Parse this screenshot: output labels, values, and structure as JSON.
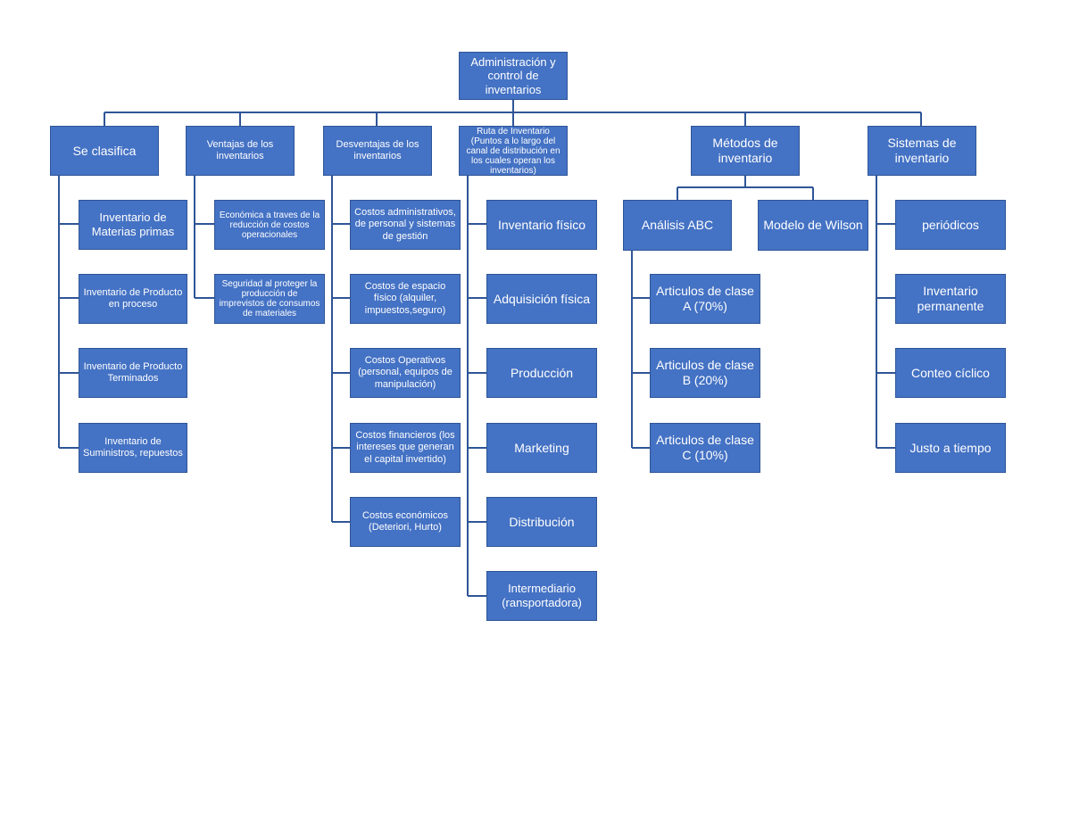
{
  "colors": {
    "box_fill": "#4472C4",
    "box_border": "#2F5597",
    "connector": "#2F5597"
  },
  "root": "Administración y control de inventarios",
  "branches": {
    "clasifica": {
      "title": "Se clasifica",
      "items": [
        "Inventario de Materias primas",
        "Inventario de Producto en proceso",
        "Inventario de Producto Terminados",
        "Inventario de Suministros, repuestos"
      ]
    },
    "ventajas": {
      "title": "Ventajas de los inventarios",
      "items": [
        "Económica a traves de la reducción de costos operacionales",
        "Seguridad al proteger la producción de imprevistos de consumos de materiales"
      ]
    },
    "desventajas": {
      "title": "Desventajas de los inventarios",
      "items": [
        "Costos administrativos, de personal y sistemas de gestión",
        "Costos de espacio físico (alquiler, impuestos,seguro)",
        "Costos Operativos (personal, equipos de manipulación)",
        "Costos financieros (los intereses que generan el capital invertido)",
        "Costos económicos (Deteriori, Hurto)"
      ]
    },
    "ruta": {
      "title": "Ruta de Inventario (Puntos a lo largo del canal de distribución en los cuales operan los inventarios)",
      "items": [
        "Inventario físico",
        "Adquisición física",
        "Producción",
        "Marketing",
        "Distribución",
        "Intermediario (ransportadora)"
      ]
    },
    "metodos": {
      "title": "Métodos de inventario",
      "abc": {
        "title": "Análisis ABC",
        "items": [
          "Articulos de clase A (70%)",
          "Articulos de clase B (20%)",
          "Articulos de clase C (10%)"
        ]
      },
      "wilson": "Modelo de Wilson"
    },
    "sistemas": {
      "title": "Sistemas de inventario",
      "items": [
        "periódicos",
        "Inventario permanente",
        "Conteo cíclico",
        "Justo a tiempo"
      ]
    }
  }
}
